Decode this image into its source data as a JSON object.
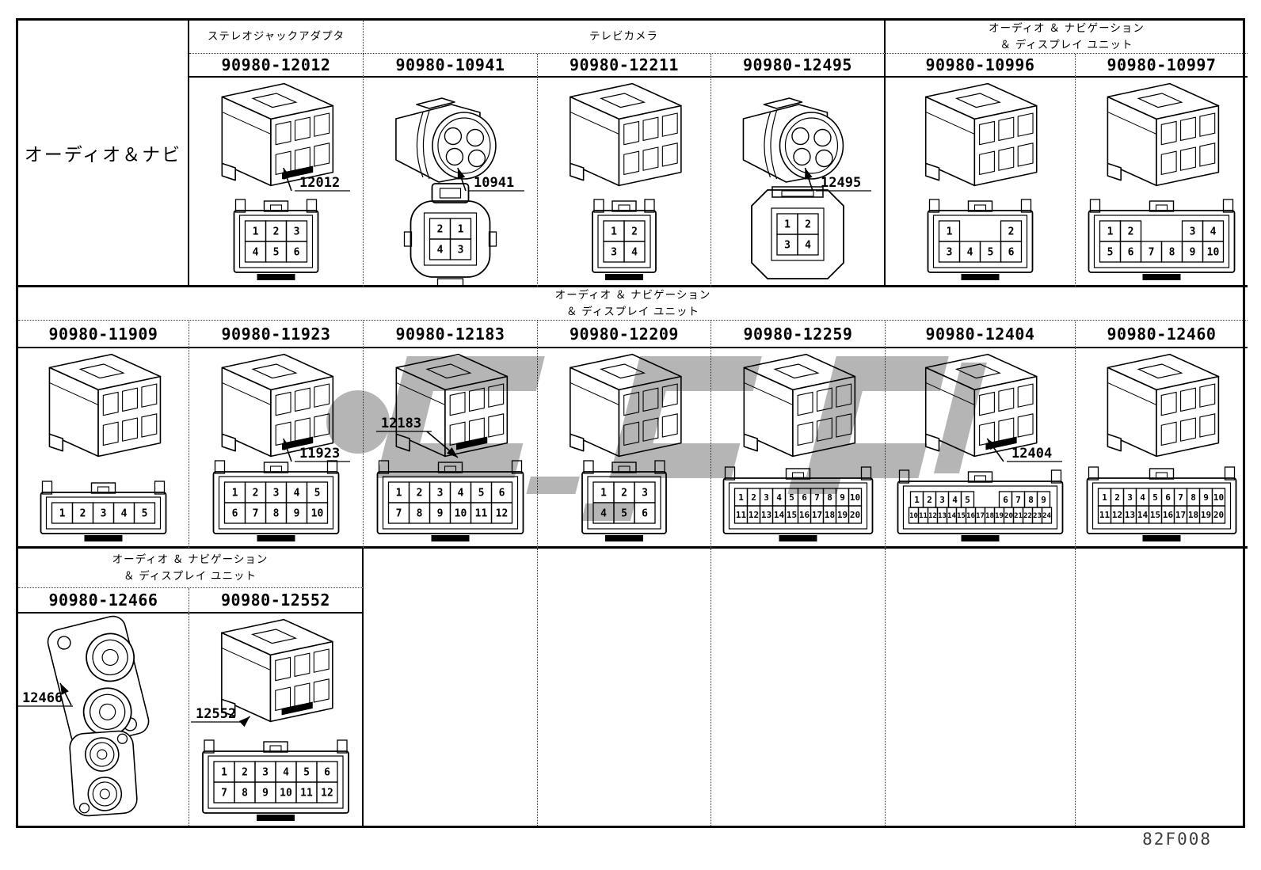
{
  "page": {
    "footer_code": "82F008",
    "row_label": "オーディオ＆ナビ",
    "colors": {
      "ink": "#000000",
      "paper": "#ffffff",
      "watermark": "#a8a8a8"
    }
  },
  "sections": [
    {
      "captions": [
        {
          "lines": [
            "ステレオジャックアダプタ"
          ]
        },
        {
          "lines": [
            "テレビカメラ"
          ]
        },
        {
          "lines": [
            "オーディオ ＆ ナビゲーション",
            "＆ ディスプレイ ユニット"
          ]
        }
      ],
      "cells": [
        {
          "part_number": "90980-12012",
          "callout": "12012",
          "callout_side": "right",
          "body": "box",
          "face": "tab",
          "pins": [
            [
              "1",
              "2",
              "3"
            ],
            [
              "4",
              "5",
              "6"
            ]
          ]
        },
        {
          "part_number": "90980-10941",
          "callout": "10941",
          "callout_side": "right",
          "body": "cyl",
          "face": "round",
          "pins": [
            [
              "2",
              "1"
            ],
            [
              "4",
              "3"
            ]
          ]
        },
        {
          "part_number": "90980-12211",
          "callout": "",
          "body": "box",
          "face": "tab",
          "pins": [
            [
              "1",
              "2"
            ],
            [
              "3",
              "4"
            ]
          ]
        },
        {
          "part_number": "90980-12495",
          "callout": "12495",
          "callout_side": "right",
          "body": "cyl",
          "face": "oct",
          "pins": [
            [
              "1",
              "2"
            ],
            [
              "3",
              "4"
            ]
          ]
        },
        {
          "part_number": "90980-10996",
          "callout": "",
          "body": "box",
          "face": "tab",
          "pins": [
            [
              "1",
              "",
              "",
              "2"
            ],
            [
              "3",
              "4",
              "5",
              "6"
            ]
          ]
        },
        {
          "part_number": "90980-10997",
          "callout": "",
          "body": "box",
          "face": "tab",
          "pins": [
            [
              "1",
              "2",
              "",
              "",
              "3",
              "4"
            ],
            [
              "5",
              "6",
              "7",
              "8",
              "9",
              "10"
            ]
          ]
        }
      ]
    },
    {
      "captions": [
        {
          "lines": [
            "オーディオ ＆ ナビゲーション",
            "＆ ディスプレイ ユニット"
          ]
        }
      ],
      "cells": [
        {
          "part_number": "90980-11909",
          "callout": "",
          "body": "box",
          "face": "tab",
          "pins": [
            [
              "1",
              "2",
              "3",
              "4",
              "5"
            ]
          ]
        },
        {
          "part_number": "90980-11923",
          "callout": "11923",
          "callout_side": "right",
          "body": "box",
          "face": "tab",
          "pins": [
            [
              "1",
              "2",
              "3",
              "4",
              "5"
            ],
            [
              "6",
              "7",
              "8",
              "9",
              "10"
            ]
          ]
        },
        {
          "part_number": "90980-12183",
          "callout": "12183",
          "callout_side": "above-left",
          "body": "box",
          "face": "tab",
          "pins": [
            [
              "1",
              "2",
              "3",
              "4",
              "5",
              "6"
            ],
            [
              "7",
              "8",
              "9",
              "10",
              "11",
              "12"
            ]
          ]
        },
        {
          "part_number": "90980-12209",
          "callout": "",
          "body": "box",
          "face": "tab",
          "pins": [
            [
              "1",
              "2",
              "3"
            ],
            [
              "4",
              "5",
              "6"
            ]
          ]
        },
        {
          "part_number": "90980-12259",
          "callout": "",
          "body": "box",
          "face": "tab",
          "pins": [
            [
              "1",
              "2",
              "3",
              "4",
              "5",
              "6",
              "7",
              "8",
              "9",
              "10"
            ],
            [
              "11",
              "12",
              "13",
              "14",
              "15",
              "16",
              "17",
              "18",
              "19",
              "20"
            ]
          ]
        },
        {
          "part_number": "90980-12404",
          "callout": "12404",
          "callout_side": "right",
          "body": "box",
          "face": "tab",
          "pins": [
            [
              "1",
              "2",
              "3",
              "4",
              "5",
              "",
              "",
              "6",
              "7",
              "8",
              "9"
            ],
            [
              "10",
              "11",
              "12",
              "13",
              "14",
              "15",
              "16",
              "17",
              "18",
              "19",
              "20",
              "21",
              "22",
              "23",
              "24"
            ]
          ]
        },
        {
          "part_number": "90980-12460",
          "callout": "",
          "body": "box",
          "face": "tab",
          "pins": [
            [
              "1",
              "2",
              "3",
              "4",
              "5",
              "6",
              "7",
              "8",
              "9",
              "10"
            ],
            [
              "11",
              "12",
              "13",
              "14",
              "15",
              "16",
              "17",
              "18",
              "19",
              "20"
            ]
          ]
        }
      ]
    },
    {
      "captions": [
        {
          "lines": [
            "オーディオ ＆ ナビゲーション",
            "＆ ディスプレイ ユニット"
          ]
        }
      ],
      "cells": [
        {
          "part_number": "90980-12466",
          "callout": "12466",
          "callout_side": "left",
          "body": "coax",
          "face": "coax",
          "pins": []
        },
        {
          "part_number": "90980-12552",
          "callout": "12552",
          "callout_side": "left",
          "body": "box",
          "face": "tab",
          "pins": [
            [
              "1",
              "2",
              "3",
              "4",
              "5",
              "6"
            ],
            [
              "7",
              "8",
              "9",
              "10",
              "11",
              "12"
            ]
          ]
        }
      ]
    }
  ]
}
